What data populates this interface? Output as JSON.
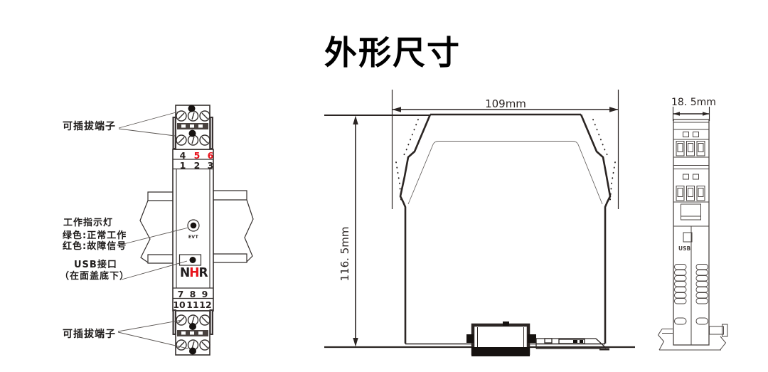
{
  "title": "外形尺寸",
  "colors": {
    "red": "#e8131c",
    "line": "#2b2523"
  },
  "left_view": {
    "label_top_terminal": "可插拔端子",
    "label_indicator_1": "工作指示灯",
    "label_indicator_2": "绿色:正常工作",
    "label_indicator_3": "红色:故障信号",
    "label_usb_1": "USB接口",
    "label_usb_2": "（在面盖底下）",
    "label_bottom_terminal": "可插拔端子",
    "led_label": "EVT",
    "logo": {
      "part1": "N",
      "part2": "H",
      "part3": "R"
    },
    "terminal_numbers": {
      "top_row1": [
        "4",
        "5",
        "6"
      ],
      "top_row1_colors": [
        "#2b2523",
        "#e8131c",
        "#e8131c"
      ],
      "top_row2": [
        "1",
        "2",
        "3"
      ],
      "bottom_row1": [
        "7",
        "8",
        "9"
      ],
      "bottom_row2": [
        "10",
        "11",
        "12"
      ]
    }
  },
  "middle_view": {
    "width_dim": "109mm",
    "height_dim": "116. 5mm"
  },
  "right_view": {
    "depth_dim": "18. 5mm",
    "usb_label": "USB"
  }
}
